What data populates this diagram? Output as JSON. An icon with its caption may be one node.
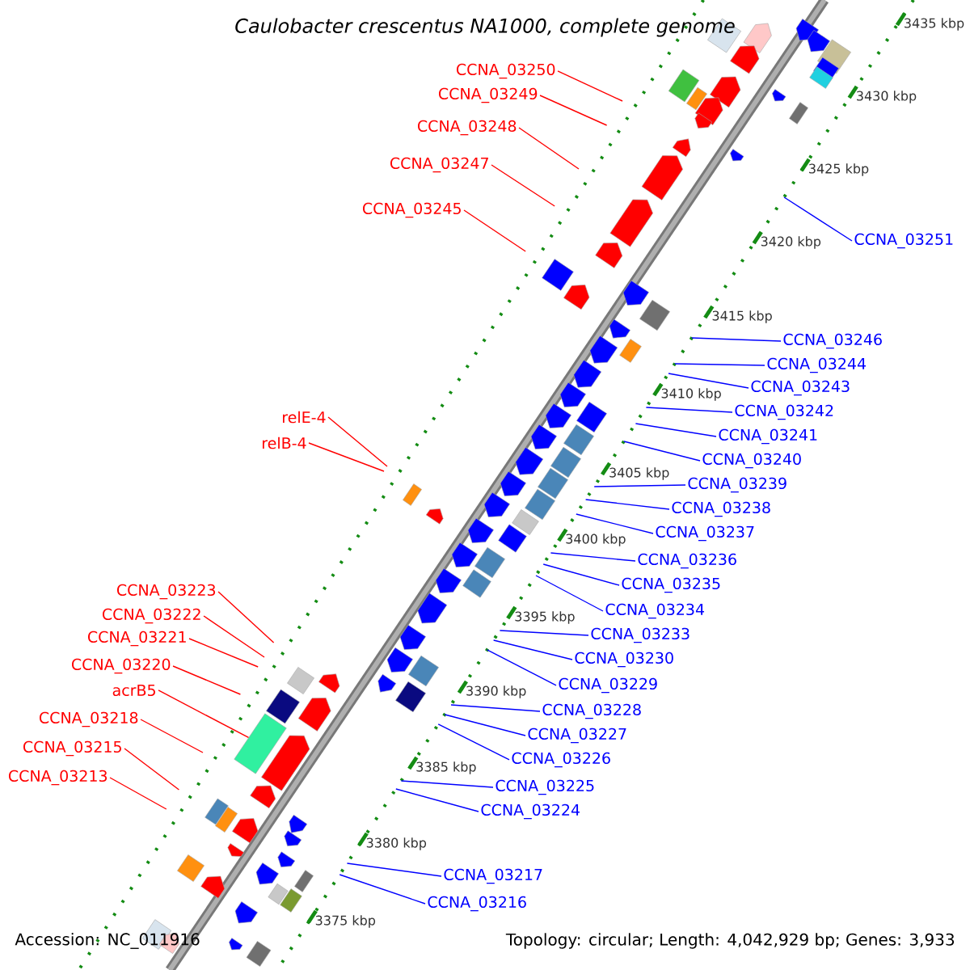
{
  "diagram": {
    "title": "Caulobacter crescentus NA1000, complete genome",
    "nodes": [
      {
        "text": [
          "CCNA_03250"
        ]
      },
      {
        "text": [
          "CCNA_03249"
        ]
      },
      {
        "text": [
          "CCNA_03248"
        ]
      },
      {
        "text": [
          "CCNA_03247"
        ]
      },
      {
        "text": [
          "CCNA_03245"
        ]
      },
      {
        "text": [
          "relE-4"
        ]
      },
      {
        "text": [
          "relB-4"
        ]
      },
      {
        "text": [
          "CCNA_03223"
        ]
      },
      {
        "text": [
          "CCNA_03222"
        ]
      },
      {
        "text": [
          "CCNA_03221"
        ]
      },
      {
        "text": [
          "CCNA_03220"
        ]
      },
      {
        "text": [
          "acrB5"
        ]
      },
      {
        "text": [
          "CCNA_03218"
        ]
      },
      {
        "text": [
          "CCNA_03215"
        ]
      },
      {
        "text": [
          "CCNA_03213"
        ]
      },
      {
        "text": [
          "CCNA_03251"
        ]
      },
      {
        "text": [
          "CCNA_03246"
        ]
      },
      {
        "text": [
          "CCNA_03244"
        ]
      },
      {
        "text": [
          "CCNA_03243"
        ]
      },
      {
        "text": [
          "CCNA_03242"
        ]
      },
      {
        "text": [
          "CCNA_03241"
        ]
      },
      {
        "text": [
          "CCNA_03240"
        ]
      },
      {
        "text": [
          "CCNA_03239"
        ]
      },
      {
        "text": [
          "CCNA_03238"
        ]
      },
      {
        "text": [
          "CCNA_03237"
        ]
      },
      {
        "text": [
          "CCNA_03236"
        ]
      },
      {
        "text": [
          "CCNA_03235"
        ]
      },
      {
        "text": [
          "CCNA_03234"
        ]
      },
      {
        "text": [
          "CCNA_03233"
        ]
      },
      {
        "text": [
          "CCNA_03230"
        ]
      },
      {
        "text": [
          "CCNA_03229"
        ]
      },
      {
        "text": [
          "CCNA_03228"
        ]
      },
      {
        "text": [
          "CCNA_03227"
        ]
      },
      {
        "text": [
          "CCNA_03226"
        ]
      },
      {
        "text": [
          "CCNA_03225"
        ]
      },
      {
        "text": [
          "CCNA_03224"
        ]
      },
      {
        "text": [
          "CCNA_03217"
        ]
      },
      {
        "text": [
          "CCNA_03216"
        ]
      },
      {
        "text": [],
        "shape": "box"
      }
    ],
    "edges": [
      {
        "from": 0,
        "to": null,
        "arrow": "none",
        "color": "#ff0000"
      },
      {
        "from": 1,
        "to": null,
        "arrow": "none",
        "color": "#ff0000"
      },
      {
        "from": 2,
        "to": null,
        "arrow": "none",
        "color": "#ff0000"
      },
      {
        "from": 3,
        "to": null,
        "arrow": "none",
        "color": "#ff0000"
      },
      {
        "from": 4,
        "to": null,
        "arrow": "none",
        "color": "#ff0000"
      },
      {
        "from": 5,
        "to": null,
        "arrow": "none",
        "color": "#ff0000"
      },
      {
        "from": 6,
        "to": null,
        "arrow": "none",
        "color": "#ff0000"
      },
      {
        "from": 7,
        "to": null,
        "arrow": "none",
        "color": "#ff0000"
      },
      {
        "from": 8,
        "to": null,
        "arrow": "none",
        "color": "#ff0000"
      },
      {
        "from": 9,
        "to": null,
        "arrow": "none",
        "color": "#ff0000"
      },
      {
        "from": 10,
        "to": null,
        "arrow": "none",
        "color": "#ff0000"
      },
      {
        "from": 11,
        "to": 38,
        "arrow": "none",
        "color": "#ff0000"
      },
      {
        "from": 12,
        "to": null,
        "arrow": "none",
        "color": "#ff0000"
      },
      {
        "from": 13,
        "to": null,
        "arrow": "none",
        "color": "#ff0000"
      },
      {
        "from": 14,
        "to": null,
        "arrow": "none",
        "color": "#ff0000"
      },
      {
        "from": 15,
        "to": null,
        "arrow": "none"
      },
      {
        "from": 16,
        "to": null,
        "arrow": "none"
      },
      {
        "from": 17,
        "to": null,
        "arrow": "none"
      },
      {
        "from": 18,
        "to": null,
        "arrow": "none"
      },
      {
        "from": 19,
        "to": null,
        "arrow": "none"
      },
      {
        "from": 20,
        "to": null,
        "arrow": "none"
      },
      {
        "from": 21,
        "to": null,
        "arrow": "none"
      },
      {
        "from": 22,
        "to": null,
        "arrow": "none"
      },
      {
        "from": 23,
        "to": null,
        "arrow": "none"
      },
      {
        "from": 24,
        "to": null,
        "arrow": "none"
      },
      {
        "from": 25,
        "to": null,
        "arrow": "none"
      },
      {
        "from": 26,
        "to": null,
        "arrow": "none"
      },
      {
        "from": 27,
        "to": null,
        "arrow": "none"
      },
      {
        "from": 28,
        "to": null,
        "arrow": "none"
      },
      {
        "from": 29,
        "to": null,
        "arrow": "none"
      },
      {
        "from": 30,
        "to": null,
        "arrow": "none"
      },
      {
        "from": 31,
        "to": null,
        "arrow": "none"
      },
      {
        "from": 32,
        "to": null,
        "arrow": "none"
      },
      {
        "from": 33,
        "to": null,
        "arrow": "none"
      },
      {
        "from": 34,
        "to": null,
        "arrow": "none"
      },
      {
        "from": 35,
        "to": null,
        "arrow": "none"
      },
      {
        "from": 36,
        "to": null,
        "arrow": "none"
      },
      {
        "from": 37,
        "to": null,
        "arrow": "none"
      }
    ],
    "labels": [
      "3435 kbp",
      "3430 kbp",
      "3425 kbp",
      "3420 kbp",
      "3415 kbp",
      "3410 kbp",
      "3405 kbp",
      "3400 kbp",
      "3395 kbp",
      "3390 kbp",
      "3385 kbp",
      "3380 kbp",
      "3375 kbp",
      "Accession: NC_011916",
      "Topology: circular; Length: 4,042,929 bp; Genes: 3,933"
    ]
  }
}
